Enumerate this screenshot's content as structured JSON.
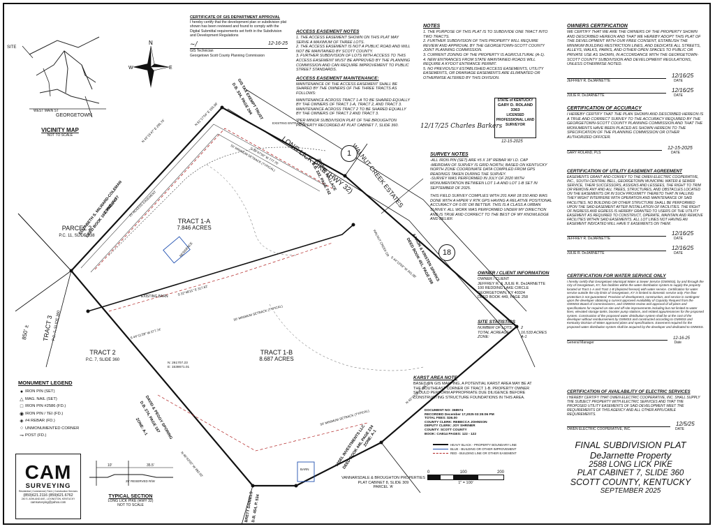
{
  "vicinity": {
    "title": "VICINITY MAP",
    "subtitle": "NOT TO SCALE",
    "site": "SITE",
    "town": "GEORGETOWN",
    "street": "WEST MAIN ST"
  },
  "gis_cert": {
    "title": "CERTIFICATE OF GIS DEPARTMENT APPROVAL",
    "body": "I hereby certify that the development plan or subdivision plat shown has been reviewed and found to comply with the Digital Submittal requirements set forth in the Subdivision and Development Regulations",
    "date": "12-16-25",
    "signer": "GIS Technician",
    "org": "Georgetown Scott County Planning Commission"
  },
  "access_notes": {
    "title": "ACCESS EASEMENT NOTES",
    "items": [
      "1. THE ACCESS EASEMENT SHOWN ON THIS PLAT MAY SERVE A MAXIMUM OF THREE LOTS.",
      "2. THE ACCESS EASEMENT IS NOT A PUBLIC ROAD AND WILL NOT BE MAINTAINED BY SCOTT COUNTY.",
      "3. FURTHER SUBDIVISION OF LOTS WITH ACCESS TO THIS ACCESS EASEMENT MUST BE APPROVED BY THE PLANNING COMMISSION AND CAN REQUIRE IMPROVEMENT TO PUBLIC STREET STANDARDS."
    ],
    "maint_title": "ACCESS EASEMENT MAINTENANCE:",
    "maint_body": "MAINTENANCE OF THE ACCESS EASEMENT SHALL BE SHARED BY THE OWNERS OF THE THREE TRACTS AS FOLLOWS:",
    "maint_body2": "MAINTENANCE ACROSS TRACT 1-A TO BE SHARED EQUALLY BY THE OWNERS OF TRACT 1-A, TRACT 2, AND TRACT 3. MAINTENANCE ACROSS TRACT 2 TO BE SHARED EQUALLY BY THE OWNERS OF TRACT 2 AND TRACT 3.",
    "prior": "*PER MINOR SUBDIVISION PLAT OF THE BROUGHTON PROPERTY RECORDED AT PLAT CABINET 7, SLIDE 360."
  },
  "notes": {
    "title": "NOTES",
    "items": [
      "1. THE PURPOSE OF THIS PLAT IS TO SUBDIVIDE ONE TRACT INTO TWO TRACTS.",
      "2. FURTHER SUBDIVISION OF THIS PROPERTY WILL REQUIRE REVIEW AND APPROVAL BY THE GEORGETOWN-SCOTT COUNTY JOINT PLANNING COMMISSION.",
      "3. CURRENT ZONING OF THE PROPERTY IS AGRICULTURAL (A-1).",
      "4. NEW ENTRANCES FROM STATE MAINTAINED ROADS WILL REQUIRE A KYDOT ENTRANCE PERMIT.",
      "5. NO PREVIOUSLY ESTABLISHED ACCESS EASEMENTS, UTILITY EASEMENTS, OR DRAINAGE EASEMENTS ARE ELIMINATED OR OTHERWISE ALTERED BY THIS DIVISION."
    ]
  },
  "seal": {
    "state": "STATE of KENTUCKY",
    "name": "GARY D. ROLAND",
    "number": "3363",
    "licensed": "LICENSED PROFESSIONAL LAND SURVEYOR",
    "date": "12-15-2025"
  },
  "owners_cert": {
    "title": "OWNERS CERTIFICATION",
    "body": "WE CERTIFY THAT WE ARE THE OWNERS OF THE PROPERTY SHOWN AND DESCRIBED HEREON AND THAT WE HEREBY ADOPT THIS PLAT OF THE DEVELOPMENT WITH OUR FREE CONSENT, ESTABLISH THE MINIMUM BUILDING RESTRICTION LINES, AND DEDICATE ALL STREETS, ALLEYS, WALKS, PARKS, AND OTHER OPEN SPACES TO PUBLIC OR PRIVATE USE AS SHOWN, IN ACCORDANCE WITH THE GEORGETOWN-SCOTT COUNTY SUBDIVISION AND DEVELOPMENT REGULATIONS, UNLESS OTHERWISE NOTED.",
    "sig1": "JEFFREY R. DeJARNETTE",
    "date1": "12/16/25",
    "sig2": "JULIE R. DeJARNETTE",
    "date2": "12/16/25",
    "date_lbl": "DATE"
  },
  "accuracy_cert": {
    "title": "CERTIFICATION OF ACCURACY",
    "body": "I HEREBY CERTIFY THAT THE PLAN SHOWN AND DESCRIBED HEREON IS A TRUE AND CORRECT SURVEY TO THE ACCURACY REQUIRED BY THE GEORGETOWN-SCOTT COUNTY PLANNING COMMISSION AND THAT THE MONUMENTS HAVE BEEN PLACED AS SHOWN HEREON TO THE SPECIFICATION OF THE PLANNING COMMISSION OR OTHER AUTHORIZED OFFICER.",
    "signer": "GARY ROLAND, PLS",
    "date": "12-15-2025",
    "date_lbl": "DATE"
  },
  "utility_cert": {
    "title": "CERTIFICATION OF UTILITY EASEMENT AGREEMENT",
    "body": "EASEMENTS GRANT AND CONVEY TO THE OWEN ELECTRIC COOPERATIVE, INC., SOUTH CENTRAL BELL, GEORGETOWN MUNICIPAL WATER & SEWER SERVICE, THEIR SUCCESSORS, ASSIGNS AND LESSEES, THE RIGHT TO TRIM OR REMOVE ANY AND ALL TREES, STRUCTURES, AND OBSTACLES LOCATED ON THE EASEMENTS OR IN SUCH PROXIMITY THERETO THAT IN FALLING THEY MIGHT INTERFERE WITH OPERATION AND MAINTENANCE OF SAID FACILITIES. NO BUILDING OR OTHER STRUCTURE SHALL BE PERFORMED UPON THE SAID EASEMENT AFTER INSTALLATION OF FACILITIES. THE RIGHT OF INGRESS AND EGRESS IS HEREBY GRANTED TO USERS OF THE UTILITY EASEMENT AS REQUIRED TO CONSTRUCT, OPERATE, MAINTAIN AND REMOVE FACILITIES WITHIN SAID EASEMENTS. ALL LOT LINES NOT HAVING AN EASEMENT INDICATED WILL HAVE 5' EASEMENTS ON THEM.",
    "sig1": "JEFFREY R. DeJARNETTE",
    "date1": "12/16/25",
    "sig2": "JULIE R. DeJARNETTE",
    "date2": "12/16/25",
    "date_lbl": "DATE"
  },
  "water_cert": {
    "title": "CERTIFICATION FOR WATER SERVICE ONLY",
    "body": "I hereby certify that Georgetown Municipal Water & Sewer Service (GMWSS), by and through the City of Georgetown, KY, has facilities within the water distribution system to supply the property located at Tract 1-A and Tract 1-B (depicted hereon) with water service. Certification for water service outside the city limits of Georgetown, KY is limited to domestic service only. Fire flow protection is not guaranteed. Provision of development, construction, and service is contingent upon the developer obtaining a current approved Availability of Capacity Request from the GMWSS Board of Commissioners, and GMWSS review and approval of all plans and specifications for required on-site and off-site improvements including but not limited to water lines, elevated storage tanks, booster pump stations, and related appurtenances for the proposed system. Construction of the proposed water distribution system shall be at the cost of the developer without reimbursement by GMWSS and constructed according to GMWSS and Kentucky Division of Water approved plans and specifications. Easement required for the proposed water distribution system shall be acquired by the developer and dedicated to GMWSS.",
    "signer": "General Manager",
    "date": "12-16-25",
    "date_lbl": "Date"
  },
  "electric_cert": {
    "title": "CERTIFICATION OF AVAILABILITY OF ELECTRIC SERVICES",
    "body": "I HEREBY CERTIFY THAT OWEN ELECTRIC COOPERATIVE, INC. SHALL SUPPLY THE SUBJECT PROPERTY WITH ELECTRIC SERVICES AND THAT THE PROPOSED UTILITY EASEMENTS OF SAID DEVELOPMENT MEET THE REQUIREMENTS OF THIS AGENCY AND ALL OTHER APPLICABLE REQUIREMENTS.",
    "signer": "OWEN ELECTRIC COOPERATIVE, INC.",
    "date": "12/5/25",
    "date_lbl": "DATE"
  },
  "survey_notes": {
    "title": "SURVEY NOTES",
    "lines": [
      "-ALL IRON PIN (SET) ARE #5 X 18\" REBAR W/ I.D. CAP",
      "-MERIDIAN OF SURVEY IS GRID NORTH, BASED ON KENTUCKY NORTH ZONE COORDINATE DATA COMPILED FROM GPS READINGS TAKEN DURING THE SURVEY.",
      "-SURVEY WAS PERFORMED IN JULY OF 2020 WITH MONUMENTATION BETWEEN LOT 1-A AND LOT 1-B SET IN SEPTEMBER OF 2025."
    ],
    "field": "THIS FIELD SURVEY COMPLIES WITH 201 KAR 18:150 AND WAS DONE WITH A HIPER V RTK GPS HAVING A RELATIVE POSITIONAL ACCURACY OF 0.05' OR BETTER. THIS IS A CLASS A URBAN SURVEY. ALL WORK WAS PERFORMED UNDER MY DIRECTION AND IS TRUE AND CORRECT TO THE BEST OF MY KNOWLEDGE AND BELIEF."
  },
  "owner_info": {
    "title": "OWNER / CLIENT INFORMATION",
    "lines": [
      "OWNER / CLIENT",
      "JEFFREY R. & JULIE R. DeJARNETTE",
      "100 REDDING LAKE CIRCLE",
      "GEORGETOWN, KY 40324",
      "DEED BOOK 449, PAGE 258"
    ]
  },
  "site_stats": {
    "title": "SITE STATISTICS",
    "rows": [
      {
        "label": "NUMBER OF LOTS:",
        "value": "2"
      },
      {
        "label": "TOTAL ACREAGE:",
        "value": "16.533 ACRES"
      },
      {
        "label": "ZONE:",
        "value": "A-1"
      }
    ]
  },
  "karst": {
    "title": "KARST AREA NOTE",
    "body": "BASED ON GIS MAPPING, A POTENTIAL KARST AREA MAY BE AT THE SOUTHEAST CORNER OF TRACT 1-B. PROPERTY OWNER SHOULD PERFORM APPROPRIATE DUE DILIGENCE BEFORE CONSTRUCTING STRUCTURE FOUNDATIONS IN THIS AREA."
  },
  "recording": {
    "lines": [
      "DOCUMENT NO: 368974",
      "RECORDED December 17,2025 03:35:06 PM",
      "TOTAL FEES: $36.00",
      "COUNTY CLERK: REBECCA JOHNSON",
      "DEPUTY CLERK: JOY SHRINER",
      "COUNTY: SCOTT COUNTY",
      "BOOK: CAB14 PAGES: 122 - 122"
    ]
  },
  "line_legend": {
    "lines": [
      "HEAVY BLACK - PROPERTY BOUNDARY LINE",
      "BLUE - BUILDING OR OTHER IMPROVEMENT",
      "RED - BUILDING LINE OR OTHER EASEMENT"
    ]
  },
  "scale": {
    "labels": [
      "0",
      "100",
      "200"
    ],
    "ratio": "1\" = 100'"
  },
  "title_block": {
    "lines": [
      "FINAL SUBDIVISION PLAT",
      "DeJarnette Property",
      "2588 LONG LICK PIKE",
      "PLAT CABINET 7, SLIDE 360",
      "SCOTT COUNTY, KENTUCKY",
      "SEPTEMBER 2025"
    ]
  },
  "monument_legend": {
    "title": "MONUMENT LEGEND",
    "items": [
      {
        "sym": "●",
        "label": "IRON PIN (SET)"
      },
      {
        "sym": "△",
        "label": "MAG. NAIL (SET)"
      },
      {
        "sym": "□",
        "label": "IRON PIN #2586 (FD.)"
      },
      {
        "sym": "◉",
        "label": "IRON PIN / TEI (FD.)"
      },
      {
        "sym": "◈",
        "label": "#4 REBAR (FD.)"
      },
      {
        "sym": "○",
        "label": "UNMONUMENTED CORNER"
      },
      {
        "sym": "⊸",
        "label": "POST (FD.)"
      }
    ]
  },
  "logo": {
    "name": "CAM",
    "sub": "SURVEYING",
    "tag": "Residential | Commercial | Farm | Construction Services",
    "phone": "(859)621.2116  (859)621.6762",
    "address": "240 S. ASHLAND AVE., LEXINGTON, KENTUCKY",
    "email": "camsurveying@yahoo.com"
  },
  "typical": {
    "title": "TYPICAL SECTION",
    "sub": "LONG LICK PIKE (HWY 32)",
    "sub2": "NOT TO SCALE",
    "dims": [
      "10'",
      "35.5'",
      "25' RESERVED R/W"
    ]
  },
  "plat": {
    "road": "LONG LICK PIKE (HWY 32)",
    "tract1a": {
      "name": "TRACT 1-A",
      "area": "7.846 ACRES"
    },
    "tract1b": {
      "name": "TRACT 1-B",
      "area": "8.687 ACRES"
    },
    "tract2": {
      "name": "TRACT 2",
      "ref": "P.C. 7, SLIDE 360"
    },
    "tract3": {
      "name": "TRACT 3",
      "ref": "P.C. 7, SLIDE 360",
      "dim": "850' ±"
    },
    "parcel2": {
      "name": "PARCEL 2",
      "ref": "P.C. 11, SLIDE 338"
    },
    "walnut": "WALNUT CREEK ESTATES",
    "milward": [
      "ELIZABETH S. MILWARD-COLEMAN",
      "DEED BOOK 169, PAGE 877",
      "ZONE: A-1"
    ],
    "gis": [
      "GIS TAX EXEMPT TRUST",
      "D.B. 334, PAGE 294"
    ],
    "jeanne": [
      "JEANNE WALLACE",
      "D.B. 332, PAGE 742"
    ],
    "sparks": [
      "AARON & KRISTEN SPARKS",
      "DEED BOOK 451, PAGE 258"
    ],
    "sporing": [
      "DAVID & PEGGY SPORING",
      "D.B. 274, PAGE 187",
      "ZONE: A-1"
    ],
    "hisel": [
      "HISEL INVESTMENTS LLC",
      "DEED BOOK 446, PAGE 234",
      "ZONE: A-1"
    ],
    "brett": [
      "BRETT DANIELS",
      "D.B. 454, P. 534"
    ],
    "vannarsdale": [
      "VANNARSDALE & BROUGHTON PROPERTIES",
      "PLAT CABINET 8, SLIDE 309",
      "PARCEL 'A'"
    ],
    "residence": "RESIDENCE",
    "barn": "EXISTING BARN",
    "barn2": "BARN",
    "entrance": "EXISTING ENTRANCE",
    "walnut_dr": "WALNUT CREEK DR",
    "coord": [
      "N: 261707.23",
      "E: 1538671.01"
    ],
    "access": "25' ACCESS EASEMENT",
    "setback": "50' MINIMUM SETBACK (TYPICAL)",
    "bearings": [
      "N 43°15'47\" E 295.76'",
      "S 38°47'50\" W 777.76'",
      "S 32°48'31\" E 317.62'",
      "S 44°11'28\" W 277.74'",
      "N 46°43'00\" W 492.00'",
      "N 43°13'18\" E 436.13'",
      "N 81°17'54\" E 155.98'",
      "S 44°13'03\" W 341.08'"
    ],
    "circled": [
      "1",
      "18"
    ]
  },
  "sig_scribble": "12/17/25 Charles Barkers"
}
